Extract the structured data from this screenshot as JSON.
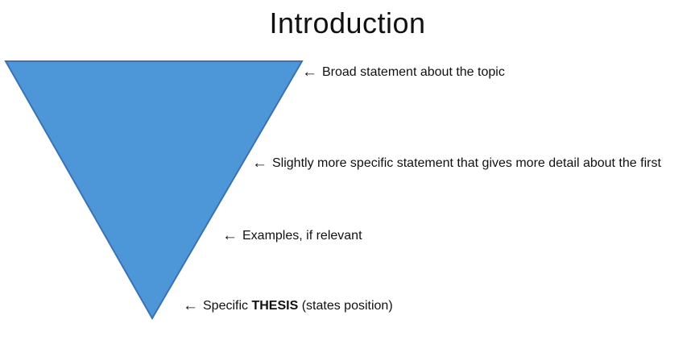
{
  "title": "Introduction",
  "triangle": {
    "label": "inverted-funnel-shape",
    "fill": "#4D96D8",
    "stroke": "#3B73B2"
  },
  "annotations": [
    {
      "arrow": "←",
      "text": "Broad statement about the topic"
    },
    {
      "arrow": "←",
      "text": "Slightly more specific statement that gives more detail about the first"
    },
    {
      "arrow": "←",
      "text": "Examples, if relevant"
    },
    {
      "arrow": "←",
      "text_prefix": "Specific ",
      "text_bold": "THESIS",
      "text_suffix": " (states position)"
    }
  ]
}
